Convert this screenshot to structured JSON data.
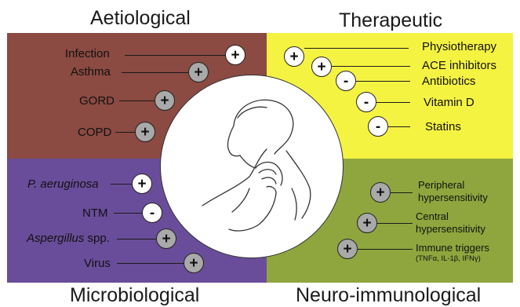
{
  "colors": {
    "aetiological": "#8b4a42",
    "therapeutic": "#f5f342",
    "microbiological": "#6a4d9a",
    "neuro_immunological": "#8fa63e",
    "positive_badge": "#ffffff",
    "negative_badge": "#a9a9a9"
  },
  "quadrants": {
    "aetiological": {
      "title": "Aetiological",
      "items": [
        {
          "label": "Infection",
          "sign": "+"
        },
        {
          "label": "Asthma",
          "sign": "+"
        },
        {
          "label": "GORD",
          "sign": "+"
        },
        {
          "label": "COPD",
          "sign": "+"
        }
      ]
    },
    "therapeutic": {
      "title": "Therapeutic",
      "items": [
        {
          "label": "Physiotherapy",
          "sign": "+"
        },
        {
          "label": "ACE inhibitors",
          "sign": "+"
        },
        {
          "label": "Antibiotics",
          "sign": "-"
        },
        {
          "label": "Vitamin D",
          "sign": "-"
        },
        {
          "label": "Statins",
          "sign": "-"
        }
      ]
    },
    "microbiological": {
      "title": "Microbiological",
      "items": [
        {
          "label": "P. aeruginosa",
          "sign": "+"
        },
        {
          "label": "NTM",
          "sign": "-"
        },
        {
          "label_italic": "Aspergillus",
          "label_rest": " spp.",
          "sign": "+"
        },
        {
          "label": "Virus",
          "sign": "+"
        }
      ]
    },
    "neuro_immunological": {
      "title": "Neuro-immunological",
      "items": [
        {
          "label_line1": "Peripheral",
          "label_line2": "hypersensitivity",
          "sign": "+"
        },
        {
          "label_line1": "Central",
          "label_line2": "hypersensitivity",
          "sign": "+"
        },
        {
          "label_line1": "Immune triggers",
          "label_line2": "(TNFα, IL-1β, IFNγ)",
          "sign": "+"
        }
      ]
    }
  },
  "center_icon": "coughing-person-icon"
}
